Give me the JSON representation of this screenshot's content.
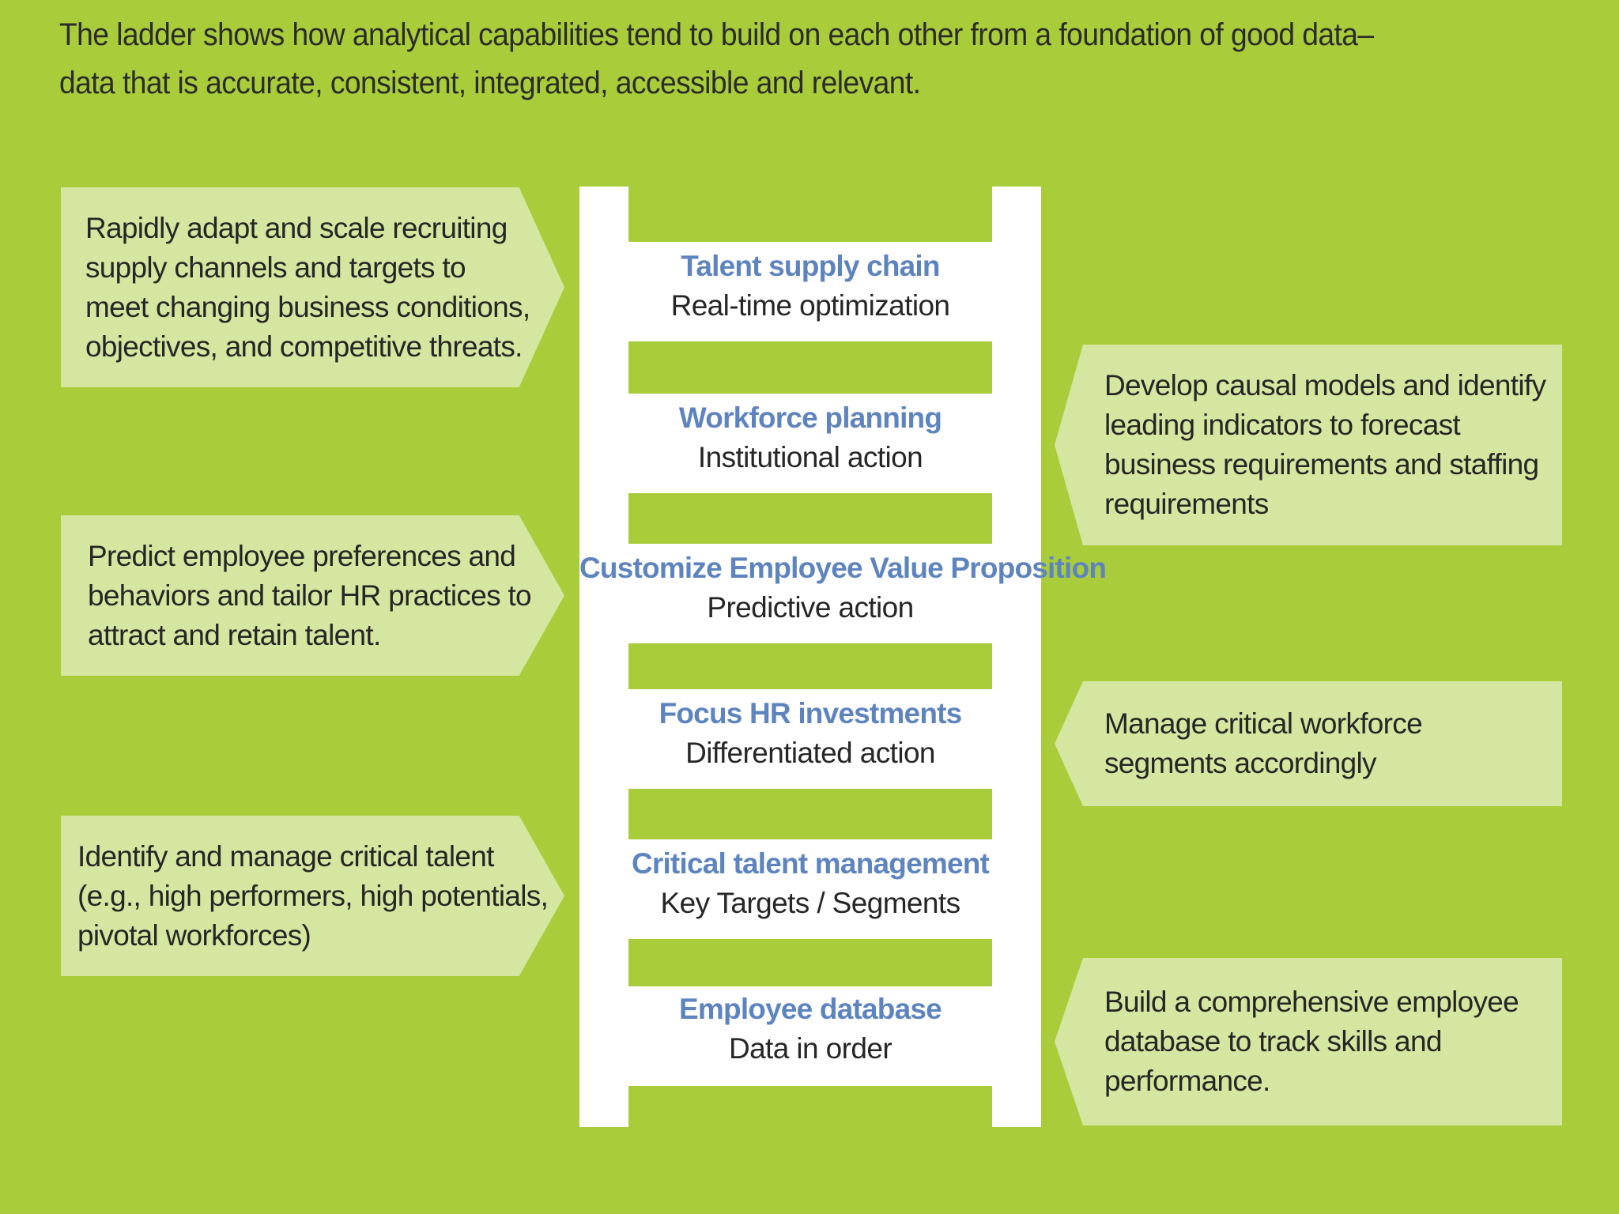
{
  "intro": {
    "line1": "The ladder shows how analytical capabilities tend to build on each other from a foundation of good data–",
    "line2": "data that is accurate, consistent, integrated, accessible and relevant."
  },
  "ladder": {
    "steps": [
      {
        "title": "Talent supply chain",
        "subtitle": "Real-time optimization"
      },
      {
        "title": "Workforce planning",
        "subtitle": "Institutional action"
      },
      {
        "title": "Customize Employee Value Proposition",
        "subtitle": "Predictive action"
      },
      {
        "title": "Focus HR investments",
        "subtitle": "Differentiated action"
      },
      {
        "title": "Critical talent management",
        "subtitle": "Key Targets / Segments"
      },
      {
        "title": "Employee database",
        "subtitle": "Data in order"
      }
    ]
  },
  "left_callouts": [
    {
      "text": "Rapidly adapt and scale recruiting\nsupply channels and targets to\nmeet changing business conditions,\nobjectives, and competitive threats."
    },
    {
      "text": "Predict employee preferences and\nbehaviors and tailor HR practices to\nattract and retain talent."
    },
    {
      "text": "Identify and manage critical talent\n(e.g., high performers, high potentials,\npivotal workforces)"
    }
  ],
  "right_callouts": [
    {
      "text": "Develop causal models and identify\nleading indicators to forecast\nbusiness requirements and staffing\nrequirements"
    },
    {
      "text": "Manage critical workforce\nsegments accordingly"
    },
    {
      "text": "Build a comprehensive employee\ndatabase to track skills and\nperformance."
    }
  ],
  "colors": {
    "background": "#a9cc3a",
    "callout": "#d4e6a0",
    "ladder": "#ffffff",
    "step_title": "#5e84bf"
  }
}
